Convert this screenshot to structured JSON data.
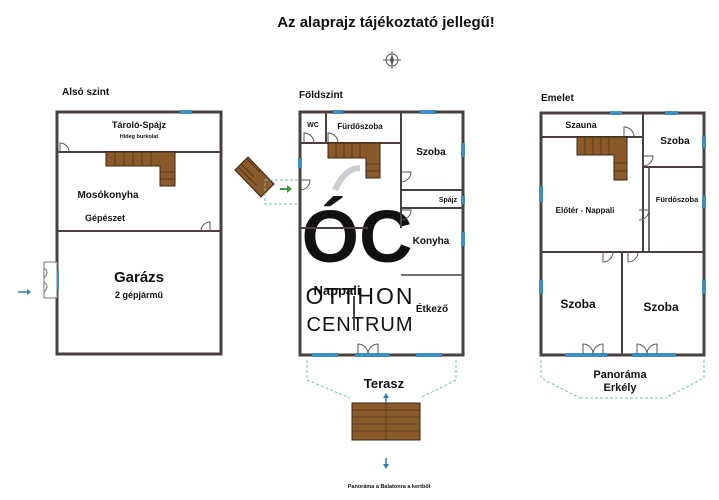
{
  "title": "Az alaprajz tájékoztató jellegű!",
  "icons": {
    "compass": "compass-icon",
    "arrow": "arrow-icon"
  },
  "colors": {
    "wall": "#4a4040",
    "window": "#3d8ec5",
    "stairs": "#8a5a2b",
    "stairs_line": "#3a2410",
    "terrace_line": "#6fc0b8",
    "watermark": "#c9cdd3",
    "arrow": "#2a7fbd",
    "green_arrow": "#3a9d3a"
  },
  "levels": {
    "lower": {
      "heading": "Alsó szint",
      "rooms": {
        "storage": "Tároló-Spájz",
        "storage_note": "Hideg burkolat",
        "laundry": "Mosókonyha",
        "utility": "Gépészet",
        "garage": "Garázs",
        "garage_note": "2 gépjármű"
      }
    },
    "ground": {
      "heading": "Földszint",
      "rooms": {
        "wc": "WC",
        "bathroom": "Fürdőszoba",
        "room": "Szoba",
        "pantry": "Spájz",
        "kitchen": "Konyha",
        "living": "Nappali",
        "dining": "Étkező"
      },
      "terrace": "Terasz"
    },
    "upper": {
      "heading": "Emelet",
      "rooms": {
        "sauna": "Szauna",
        "room_small": "Szoba",
        "bathroom": "Fürdőszoba",
        "hall": "Előtér - Nappali",
        "room_left": "Szoba",
        "room_right": "Szoba"
      },
      "balcony_line1": "Panoráma",
      "balcony_line2": "Erkély"
    }
  },
  "watermark": {
    "logo": "ÓC",
    "line1": "OTTHON",
    "line2": "CENTRUM"
  },
  "footer_note": "Panoráma a Balatonra a kertből"
}
